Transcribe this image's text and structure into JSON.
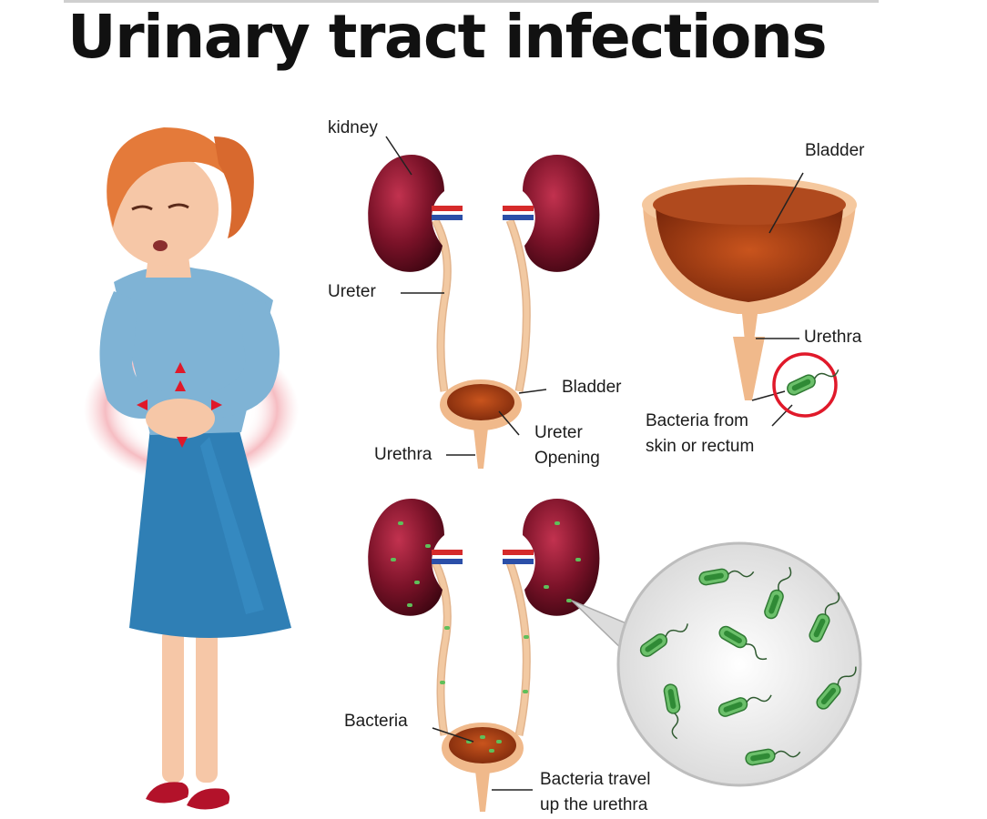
{
  "title": "Urinary tract infections",
  "labels": {
    "kidney": "kidney",
    "ureter": "Ureter",
    "bladder_small": "Bladder",
    "ureter_opening_1": "Ureter",
    "ureter_opening_2": "Opening",
    "urethra_small": "Urethra",
    "bladder_large": "Bladder",
    "urethra_large": "Urethra",
    "bacteria_from_1": "Bacteria from",
    "bacteria_from_2": "skin or rectum",
    "bacteria": "Bacteria",
    "travel_1": "Bacteria travel",
    "travel_2": "up the urethra"
  },
  "colors": {
    "kidney": "#7a1228",
    "ureter": "#f2c9a2",
    "bladder_fill": "#a8431a",
    "bacteria": "#59b85c",
    "zoom_ring": "#e0192a",
    "dress": "#2f7fb5",
    "top": "#7fb3d5",
    "hair": "#e47a3a"
  }
}
